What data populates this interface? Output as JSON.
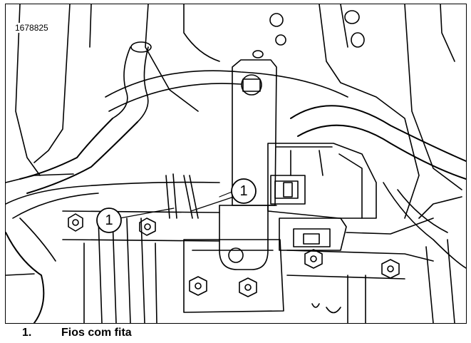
{
  "figure": {
    "id": "1678825",
    "callouts": [
      {
        "label": "1"
      },
      {
        "label": "1"
      }
    ]
  },
  "legend": [
    {
      "number": "1.",
      "text": "Fios com fita"
    }
  ]
}
